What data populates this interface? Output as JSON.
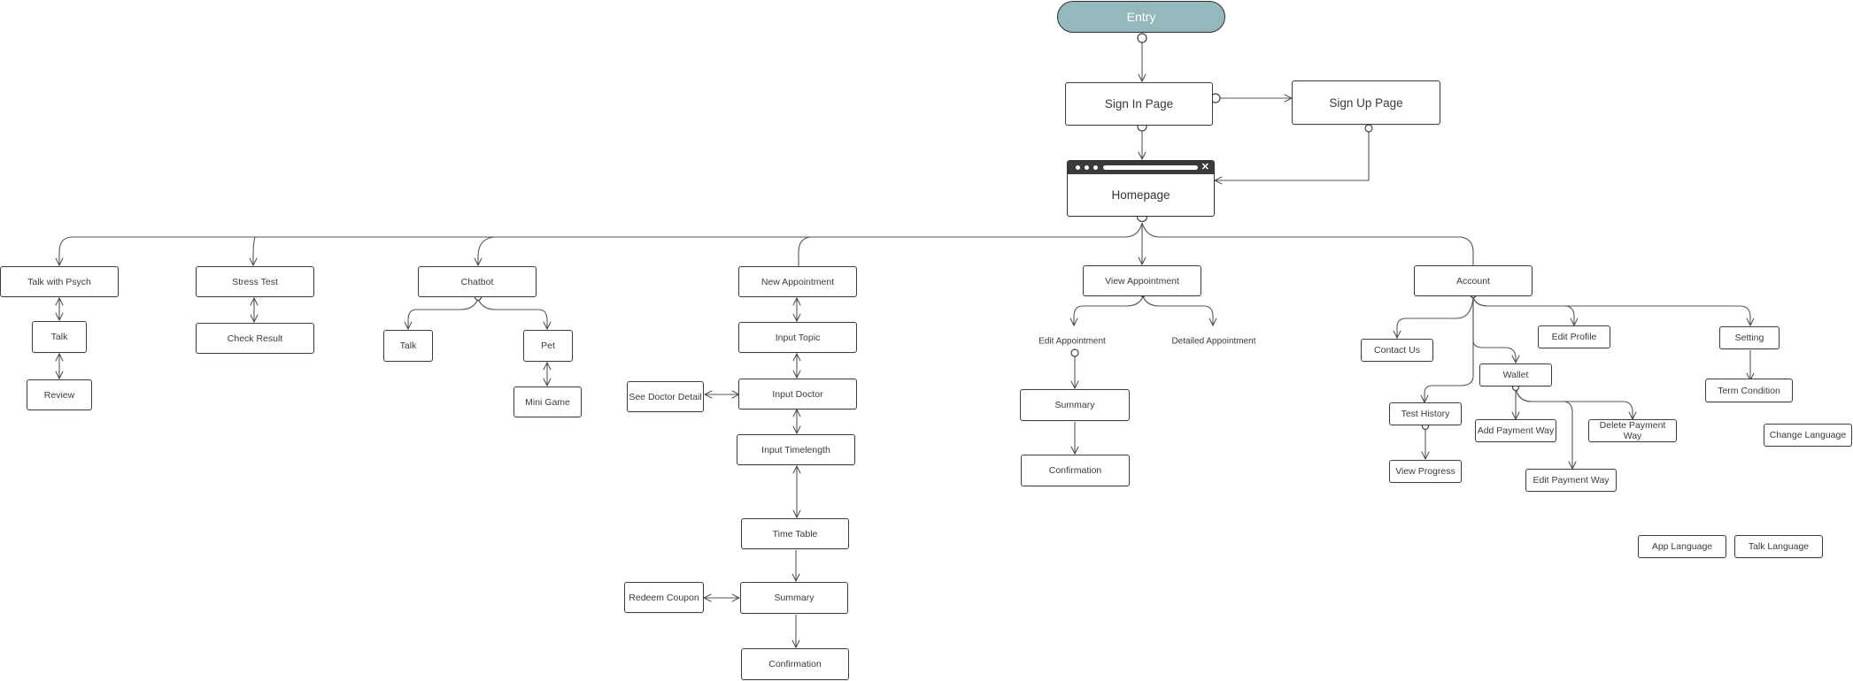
{
  "entry": "Entry",
  "sign_in": "Sign In Page",
  "sign_up": "Sign Up Page",
  "homepage": "Homepage",
  "talk_psych": {
    "title": "Talk with Psych",
    "talk": "Talk",
    "review": "Review"
  },
  "stress": {
    "title": "Stress Test",
    "check": "Check Result"
  },
  "chatbot": {
    "title": "Chatbot",
    "talk": "Talk",
    "pet": "Pet",
    "mini_game": "Mini Game"
  },
  "new_appt": {
    "title": "New Appointment",
    "input_topic": "Input Topic",
    "input_doctor": "Input Doctor",
    "see_doctor": "See Doctor Detail",
    "input_timelength": "Input Timelength",
    "time_table": "Time Table",
    "summary": "Summary",
    "redeem": "Redeem Coupon",
    "confirmation": "Confirmation"
  },
  "view_appt": {
    "title": "View Appointment",
    "edit": "Edit Appointment",
    "detailed": "Detailed Appointment",
    "summary": "Summary",
    "confirmation": "Confirmation"
  },
  "account": {
    "title": "Account",
    "contact": "Contact Us",
    "edit_profile": "Edit Profile",
    "setting": "Setting",
    "term": "Term Condition",
    "change_lang": "Change Language",
    "app_lang": "App Language",
    "talk_lang": "Talk Language",
    "wallet": "Wallet",
    "test_history": "Test History",
    "view_progress": "View Progress",
    "add_payment": "Add Payment Way",
    "delete_payment": "Delete Payment Way",
    "edit_payment": "Edit Payment Way"
  },
  "colors": {
    "entry_fill": "#93b9bc",
    "stroke": "#3d3d3d",
    "browser_bar": "#3a3a3a"
  }
}
